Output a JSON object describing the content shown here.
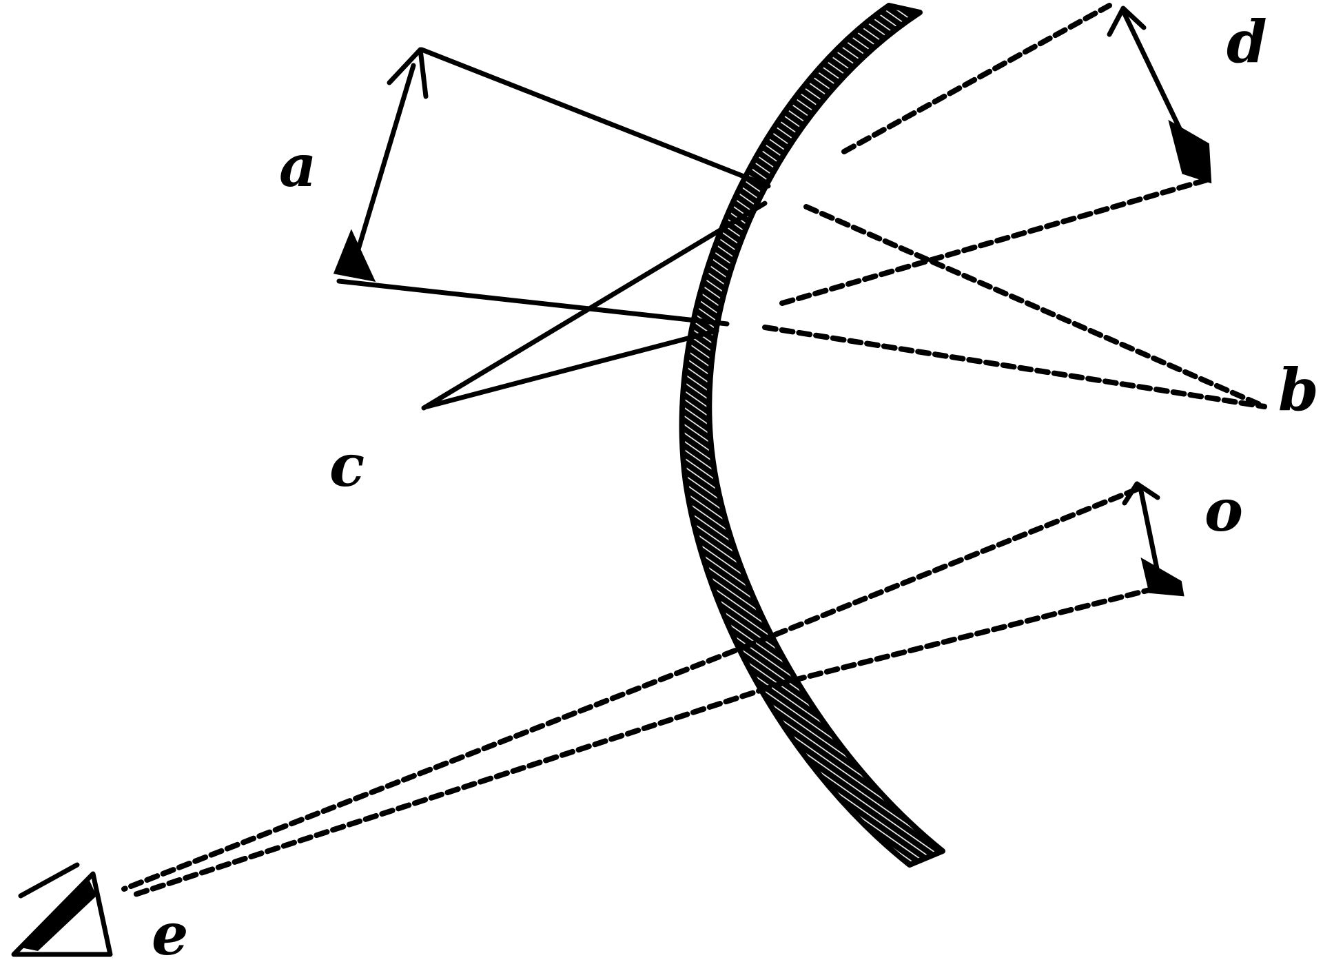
{
  "labels": {
    "a": "a",
    "b": "b",
    "c": "c",
    "d": "d",
    "o": "o",
    "e": "e"
  },
  "colors": {
    "ink": "#000000",
    "background": "#ffffff"
  }
}
